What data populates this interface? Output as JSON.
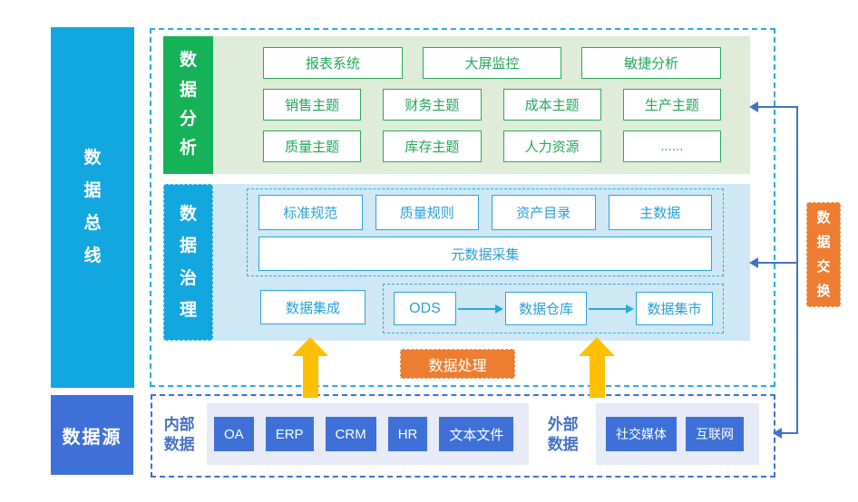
{
  "colors": {
    "cyan": "#13a7e0",
    "cyan_dash": "#29abe2",
    "green": "#16b257",
    "green_accent": "#25ab5f",
    "light_green": "#dfecd7",
    "light_blue": "#cfe8f6",
    "blue_accent": "#2ba3dd",
    "orange": "#ed7d31",
    "gold": "#ffc000",
    "royal_blue": "#3e70d8",
    "lavender": "#e7ebf7"
  },
  "bus": {
    "label": "数据总线"
  },
  "analysis": {
    "label": "数据分析",
    "row1": [
      "报表系统",
      "大屏监控",
      "敏捷分析"
    ],
    "row2": [
      "销售主题",
      "财务主题",
      "成本主题",
      "生产主题"
    ],
    "row3": [
      "质量主题",
      "库存主题",
      "人力资源",
      "......"
    ]
  },
  "governance": {
    "label": "数据治理",
    "standards": [
      "标准规范",
      "质量规则",
      "资产目录",
      "主数据"
    ],
    "metadata": "元数据采集",
    "integration": "数据集成",
    "pipeline": [
      "ODS",
      "数据仓库",
      "数据集市"
    ]
  },
  "processing": {
    "label": "数据处理"
  },
  "exchange": {
    "label": "数据交换"
  },
  "source": {
    "label": "数据源",
    "internal_label": "内部数据",
    "internal_items": [
      "OA",
      "ERP",
      "CRM",
      "HR",
      "文本文件"
    ],
    "external_label": "外部数据",
    "external_items": [
      "社交媒体",
      "互联网"
    ]
  }
}
